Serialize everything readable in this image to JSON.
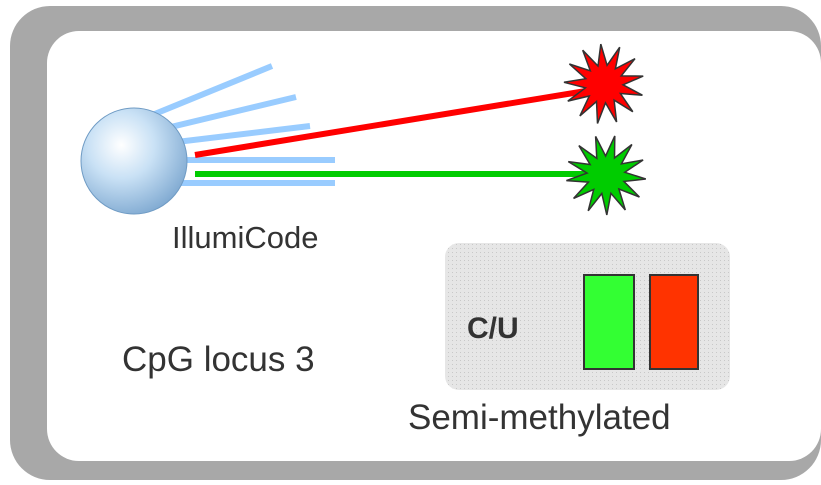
{
  "bead": {
    "label": "IllumiCode"
  },
  "locus": {
    "label": "CpG locus 3"
  },
  "allele": {
    "label": "C/U"
  },
  "methylation": {
    "label": "Semi-methylated"
  },
  "colors": {
    "frame": "#a8a8a8",
    "panel": "#ffffff",
    "probe_tail": "#99ccff",
    "red_probe": "#ff0000",
    "green_probe": "#00cc00",
    "green_bar": "#33ff33",
    "red_bar": "#ff3300",
    "signal_box": "#dcdcdc"
  }
}
